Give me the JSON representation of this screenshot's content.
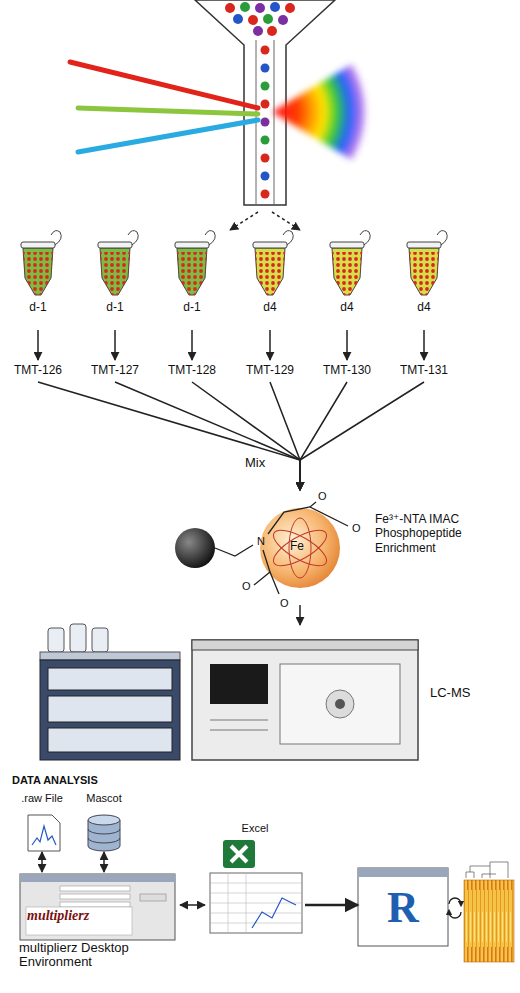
{
  "diagram": {
    "nodes": [
      {
        "text": [
          "d-1"
        ]
      },
      {
        "text": [
          "d-1"
        ]
      },
      {
        "text": [
          "d-1"
        ]
      },
      {
        "text": [
          "d4"
        ]
      },
      {
        "text": [
          "d4"
        ]
      },
      {
        "text": [
          "d4"
        ]
      },
      {
        "text": [
          "TMT-126"
        ]
      },
      {
        "text": [
          "TMT-127"
        ]
      },
      {
        "text": [
          "TMT-128"
        ]
      },
      {
        "text": [
          "TMT-129"
        ]
      },
      {
        "text": [
          "TMT-130"
        ]
      },
      {
        "text": [
          "TMT-131"
        ]
      },
      {
        "text": [
          "Fe³⁺-NTA IMAC Phosphopeptide Enrichment"
        ]
      },
      {
        "text": [
          "LC-MS"
        ]
      },
      {
        "text": [
          ".raw File"
        ]
      },
      {
        "text": [
          "Mascot"
        ]
      },
      {
        "text": [
          "multiplierz",
          "multiplierz Desktop Environment"
        ]
      },
      {
        "text": [
          "Excel"
        ]
      },
      {
        "text": [
          "R"
        ]
      }
    ],
    "edges": [
      {
        "from": 0,
        "to": 6,
        "arrow": "to"
      },
      {
        "from": 1,
        "to": 7,
        "arrow": "to"
      },
      {
        "from": 2,
        "to": 8,
        "arrow": "to"
      },
      {
        "from": 3,
        "to": 9,
        "arrow": "to"
      },
      {
        "from": 4,
        "to": 10,
        "arrow": "to"
      },
      {
        "from": 5,
        "to": 11,
        "arrow": "to"
      },
      {
        "from": 6,
        "to": 12,
        "arrow": "to"
      },
      {
        "from": 7,
        "to": 12,
        "arrow": "to"
      },
      {
        "from": 8,
        "to": 12,
        "arrow": "to"
      },
      {
        "from": 9,
        "to": 12,
        "arrow": "to"
      },
      {
        "from": 10,
        "to": 12,
        "arrow": "to"
      },
      {
        "from": 11,
        "to": 12,
        "arrow": "to"
      },
      {
        "from": 12,
        "to": 13,
        "arrow": "to"
      },
      {
        "from": 14,
        "to": 16,
        "arrow": "both"
      },
      {
        "from": 15,
        "to": 16,
        "arrow": "both"
      },
      {
        "from": 16,
        "to": 17,
        "arrow": "both"
      },
      {
        "from": 17,
        "to": 18,
        "arrow": "to"
      }
    ],
    "labels": [
      "Mix",
      "O",
      "O",
      "N",
      "Fe",
      "O",
      "O",
      "DATA ANALYSIS"
    ]
  }
}
